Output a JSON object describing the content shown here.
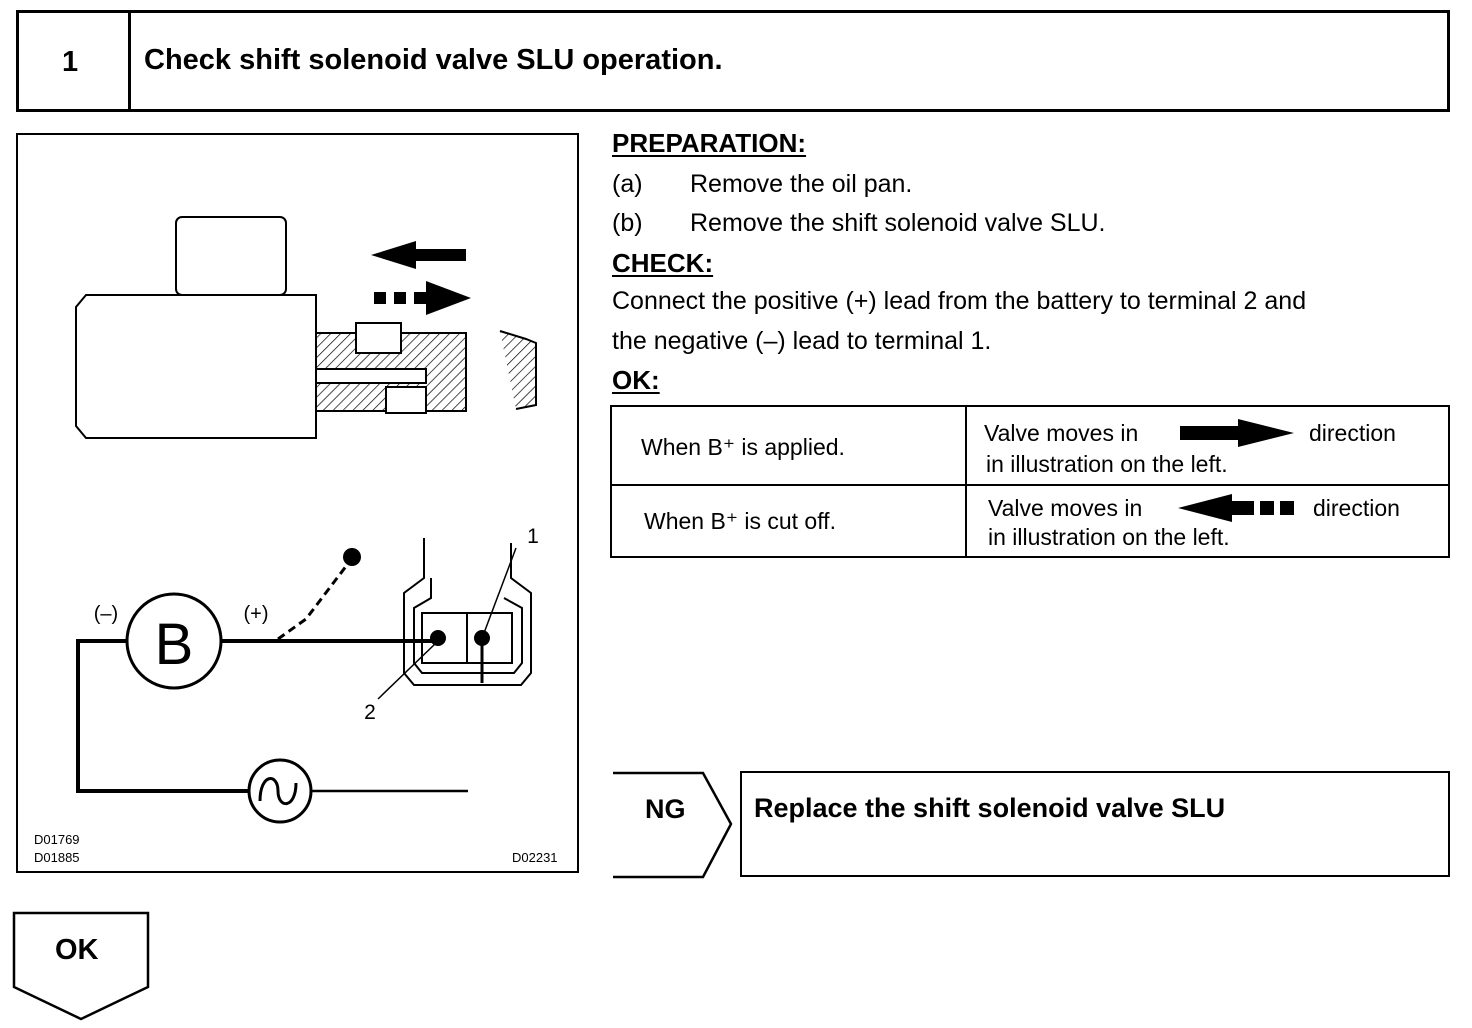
{
  "step": {
    "number": "1",
    "title": "Check shift solenoid  valve SLU operation."
  },
  "illustration": {
    "codes_left": [
      "D01769",
      "D01885"
    ],
    "code_right": "D02231",
    "battery_letter": "B",
    "minus_label": "(–)",
    "plus_label": "(+)",
    "terminal_1": "1",
    "terminal_2": "2"
  },
  "preparation": {
    "heading": "PREPARATION:",
    "items": [
      {
        "marker": "(a)",
        "text": "Remove the oil pan."
      },
      {
        "marker": "(b)",
        "text": "Remove the shift solenoid valve SLU."
      }
    ]
  },
  "check": {
    "heading": "CHECK:",
    "line1": "Connect the positive (+) lead from the battery to terminal 2 and",
    "line2": "the negative (–) lead to terminal 1."
  },
  "ok_spec": {
    "heading": "OK:",
    "rows": [
      {
        "condition": "When B⁺ is applied.",
        "result_start": "Valve moves in",
        "result_end": "direction",
        "result_line2": "in illustration on the left."
      },
      {
        "condition": "When B⁺ is cut off.",
        "result_start": "Valve moves in",
        "result_end": "direction",
        "result_line2": "in illustration on the left."
      }
    ]
  },
  "ng": {
    "label": "NG",
    "action": "Replace the shift solenoid valve SLU"
  },
  "ok_branch": {
    "label": "OK"
  }
}
